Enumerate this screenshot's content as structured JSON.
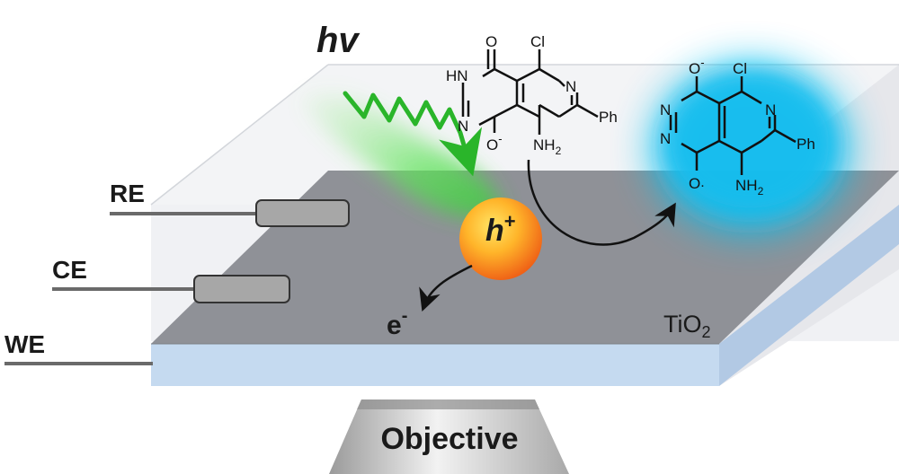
{
  "light": {
    "label": "hv"
  },
  "electrodes": {
    "re": "RE",
    "ce": "CE",
    "we": "WE"
  },
  "substrate": {
    "label": "TiO",
    "subscript": "2"
  },
  "hole": {
    "label": "h",
    "charge": "+"
  },
  "electron": {
    "label": "e",
    "charge": "-"
  },
  "objective": {
    "label": "Objective"
  },
  "reactant": {
    "atoms": {
      "o_top": "O",
      "cl": "Cl",
      "hn": "HN",
      "n_ring": "N",
      "n_left": "N",
      "o_bottom": "O",
      "o_bottom_charge": "-",
      "ph": "Ph",
      "nh2": "NH",
      "nh2_sub": "2"
    }
  },
  "product": {
    "atoms": {
      "o_top": "O",
      "o_top_charge": "-",
      "cl": "Cl",
      "n1": "N",
      "n2": "N",
      "n_ring": "N",
      "o_bottom": "O",
      "o_bottom_charge": ".",
      "ph": "Ph",
      "nh2": "NH",
      "nh2_sub": "2"
    }
  },
  "colors": {
    "substrate_top": "#8f9197",
    "substrate_front": "#c5daf0",
    "glow_green": "#3ccf3c",
    "glow_blue": "#0cc0f0",
    "hole_center": "#ffd22e",
    "hole_edge": "#f06a1a"
  }
}
